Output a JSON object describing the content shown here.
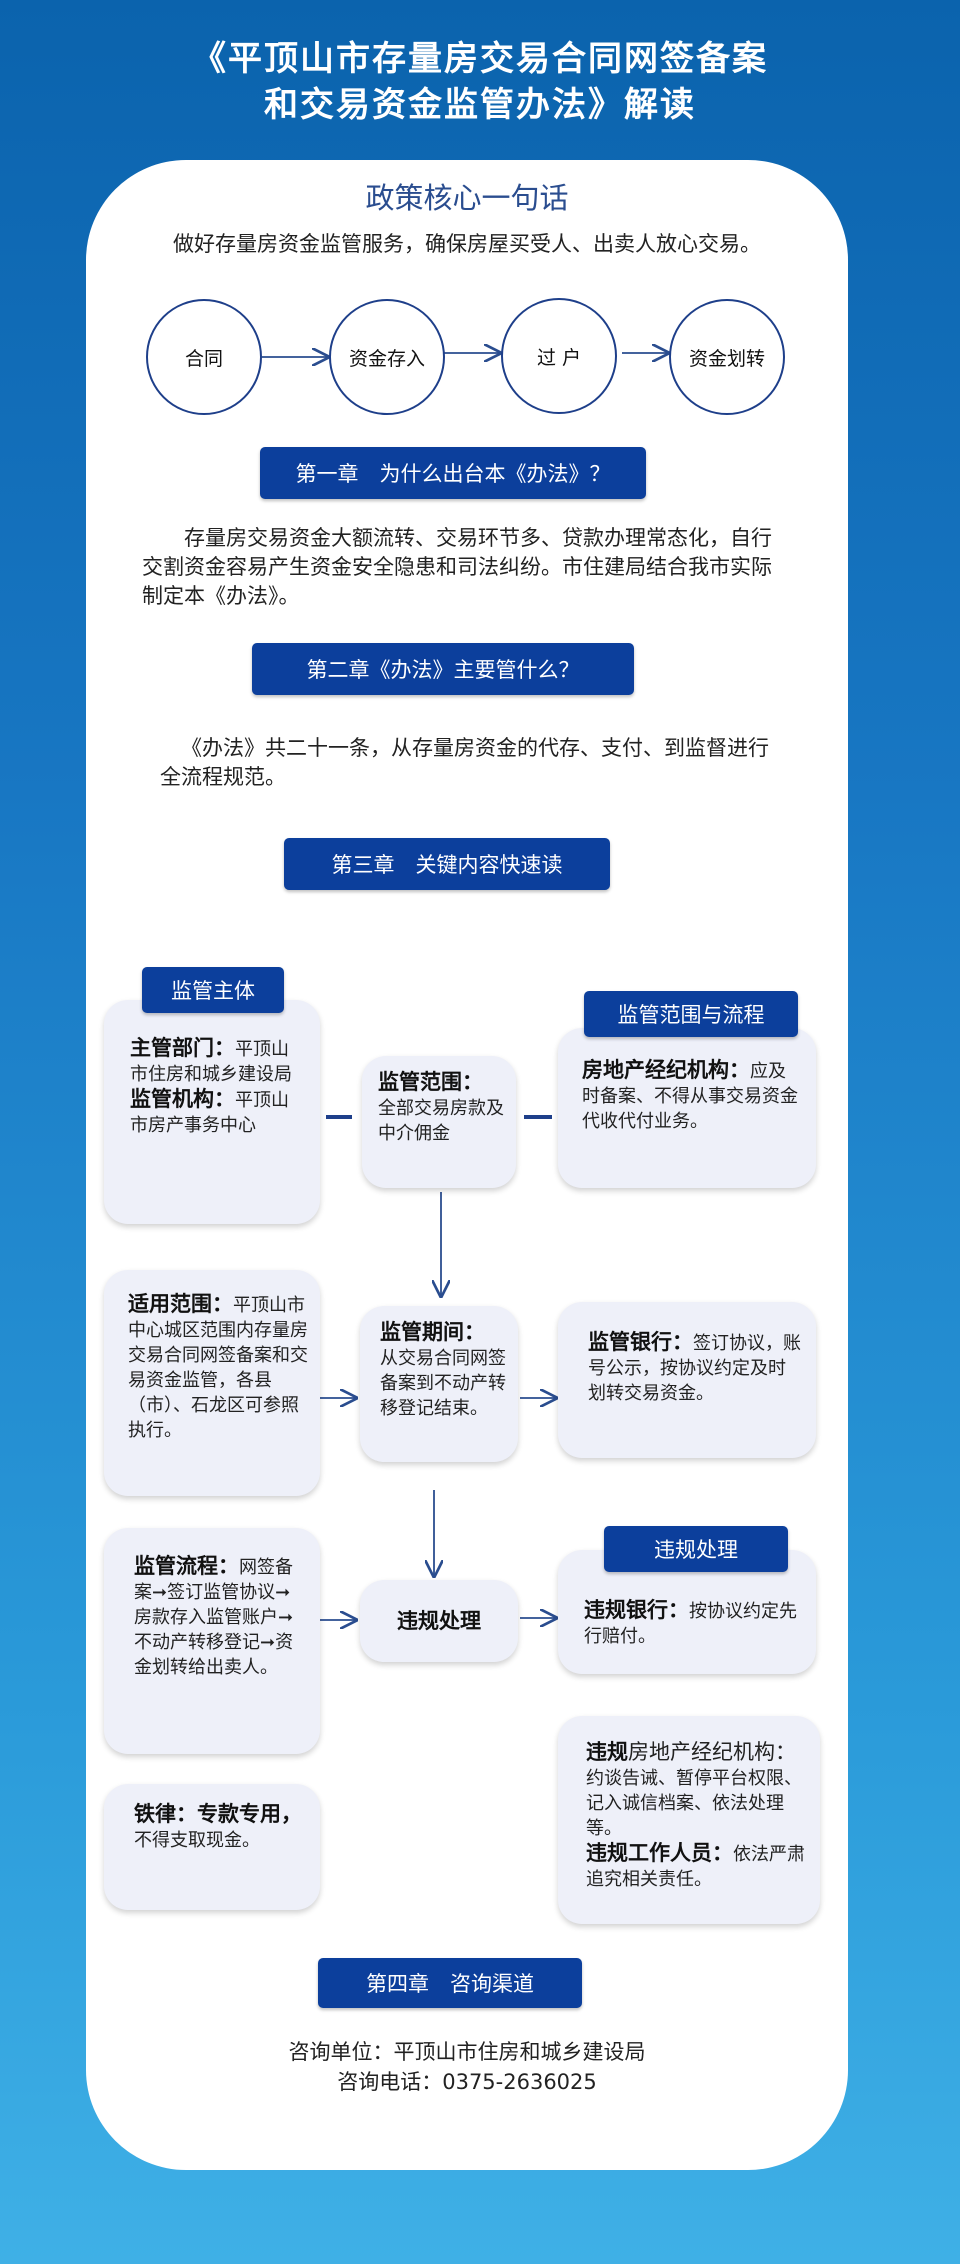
{
  "title": {
    "line1": "《平顶山市存量房交易合同网签备案",
    "line2": "和交易资金监管办法》解读"
  },
  "core": {
    "title": "政策核心一句话",
    "desc": "做好存量房资金监管服务，确保房屋买受人、出卖人放心交易。",
    "flow": [
      "合同",
      "资金存入",
      "过 户",
      "资金划转"
    ]
  },
  "chapter1": {
    "title": "第一章　为什么出台本《办法》？",
    "text": "存量房交易资金大额流转、交易环节多、贷款办理常态化，自行交割资金容易产生资金安全隐患和司法纠纷。市住建局结合我市实际制定本《办法》。"
  },
  "chapter2": {
    "title": "第二章《办法》主要管什么？",
    "text": "《办法》共二十一条，从存量房资金的代存、支付、到监督进行全流程规范。"
  },
  "chapter3": {
    "title": "第三章　关键内容快速读",
    "subject_tag": "监管主体",
    "subject_dept_label": "主管部门：",
    "subject_dept": "平顶山市住房和城乡建设局",
    "subject_org_label": "监管机构：",
    "subject_org": "平顶山市房产事务中心",
    "range_label": "监管范围：",
    "range_text": "全部交易房款及中介佣金",
    "scope_tag": "监管范围与流程",
    "agency_label": "房地产经纪机构：",
    "agency_text": "应及时备案、不得从事交易资金代收代付业务。",
    "apply_label": "适用范围：",
    "apply_text": "平顶山市中心城区范围内存量房交易合同网签备案和交易资金监管，各县（市）、石龙区可参照执行。",
    "period_label": "监管期间：",
    "period_text": "从交易合同网签备案到不动产转移登记结束。",
    "bank_label": "监管银行：",
    "bank_text": "签订协议，账号公示，按协议约定及时划转交易资金。",
    "process_label": "监管流程：",
    "process_text": "网签备案➞签订监管协议➞房款存入监管账户➞不动产转移登记➞资金划转给出卖人。",
    "violation_center": "违规处理",
    "violation_tag": "违规处理",
    "vbank_label": "违规银行：",
    "vbank_text": "按协议约定先行赔付。",
    "rule_label": "铁律：专款专用，",
    "rule_text": "不得支取现金。",
    "vagency_label": "违规",
    "vagency_label2": "房地产经纪机构：",
    "vagency_text": "约谈告诫、暂停平台权限、记入诚信档案、依法处理等。",
    "vstaff_label": "违规工作人员：",
    "vstaff_text": "依法严肃追究相关责任。"
  },
  "chapter4": {
    "title": "第四章　咨询渠道",
    "unit": "咨询单位：平顶山市住房和城乡建设局",
    "phone": "咨询电话：0375-2636025"
  }
}
